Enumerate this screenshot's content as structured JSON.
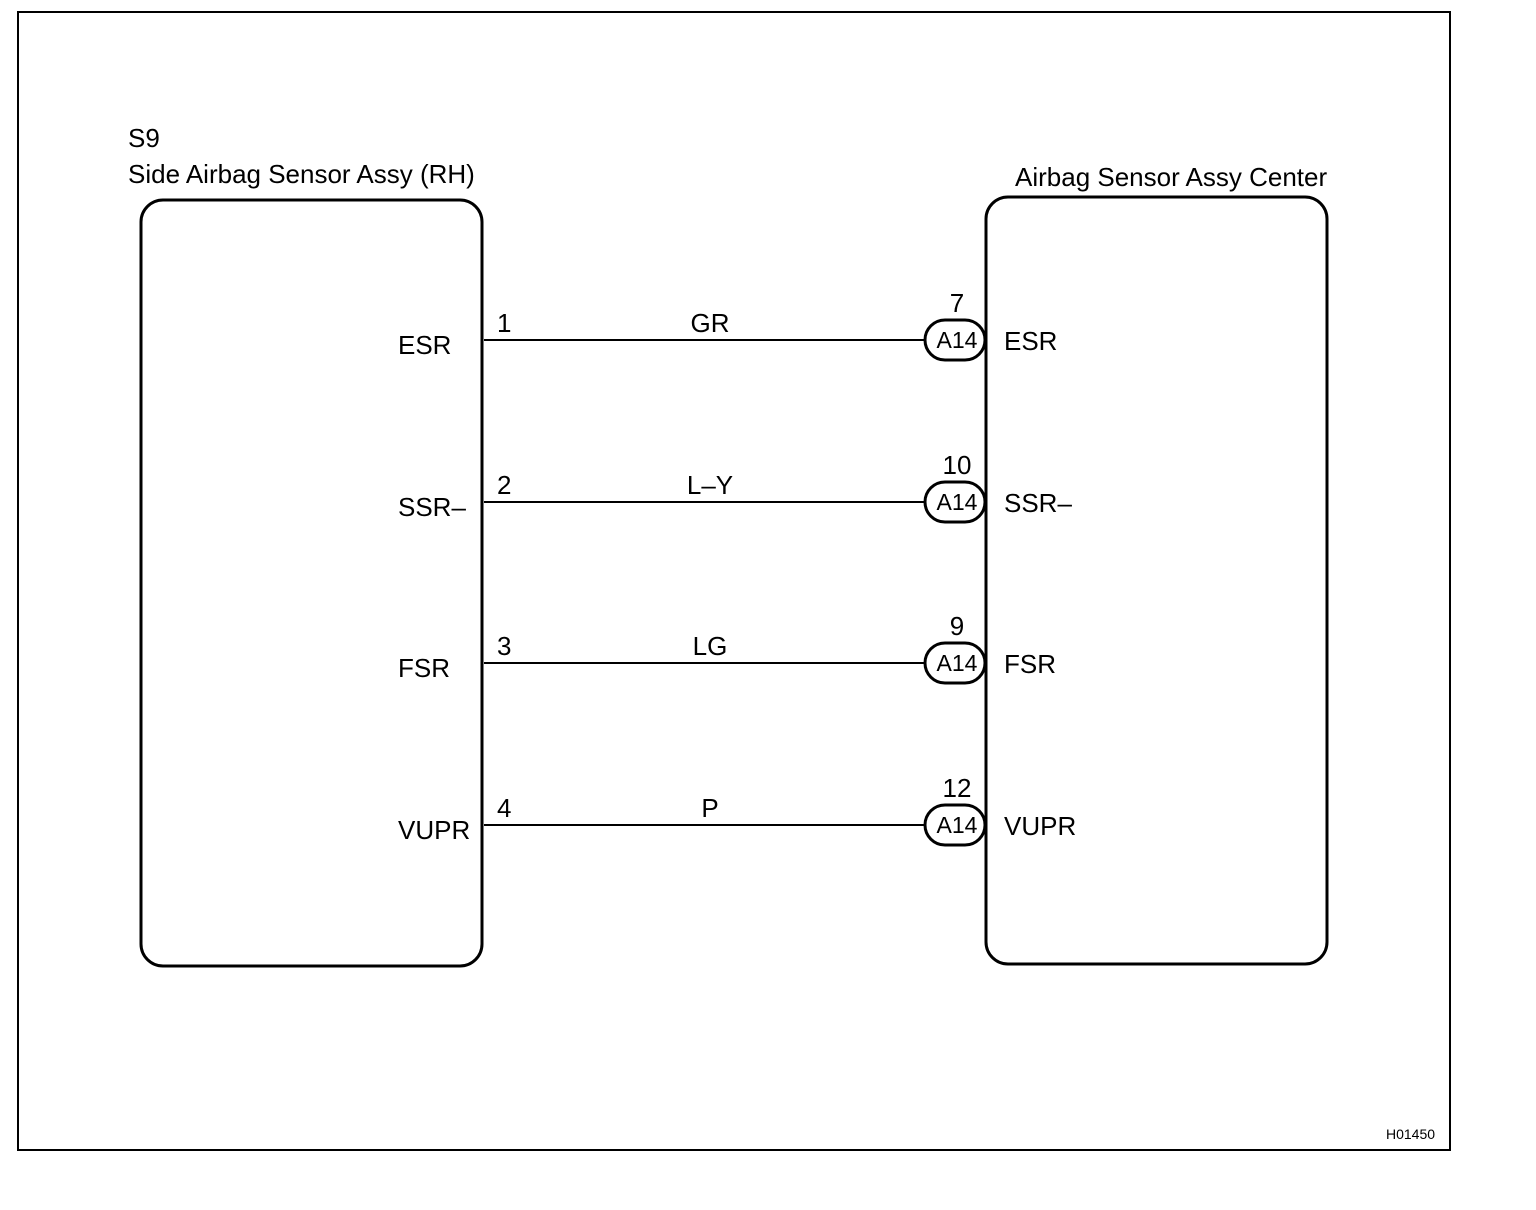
{
  "left_component": {
    "id": "S9",
    "name": "Side Airbag Sensor Assy (RH)"
  },
  "right_component": {
    "name": "Airbag Sensor Assy Center"
  },
  "wires": [
    {
      "left_terminal": "ESR",
      "left_pin": "1",
      "color": "GR",
      "connector": "A14",
      "right_pin": "7",
      "right_terminal": "ESR"
    },
    {
      "left_terminal": "SSR–",
      "left_pin": "2",
      "color": "L–Y",
      "connector": "A14",
      "right_pin": "10",
      "right_terminal": "SSR–"
    },
    {
      "left_terminal": "FSR",
      "left_pin": "3",
      "color": "LG",
      "connector": "A14",
      "right_pin": "9",
      "right_terminal": "FSR"
    },
    {
      "left_terminal": "VUPR",
      "left_pin": "4",
      "color": "P",
      "connector": "A14",
      "right_pin": "12",
      "right_terminal": "VUPR"
    }
  ],
  "figure_code": "H01450"
}
